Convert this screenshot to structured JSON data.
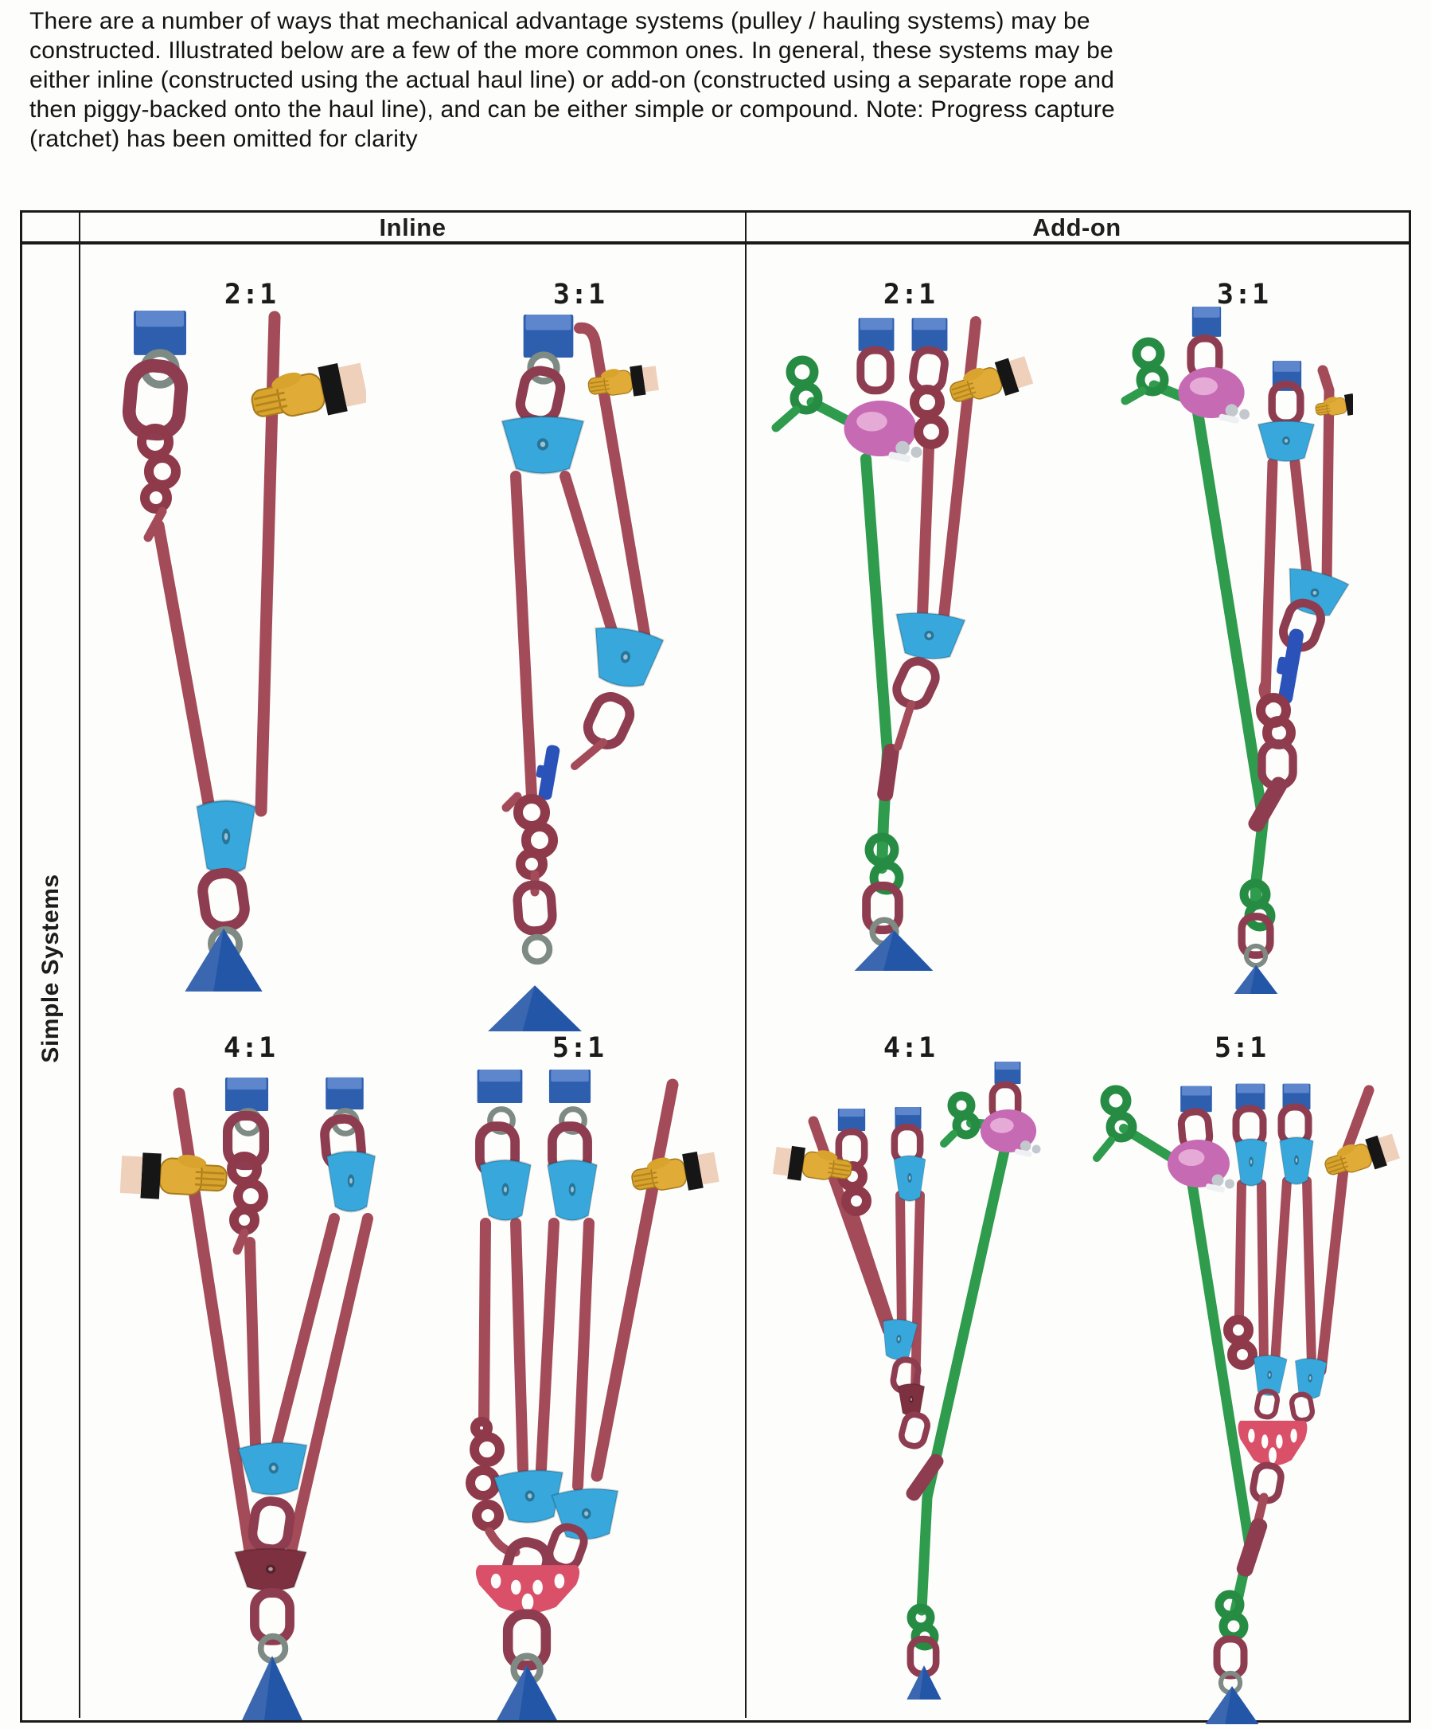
{
  "intro": {
    "lines": [
      "There are a number of ways that mechanical advantage systems (pulley / hauling systems) may be",
      "constructed. Illustrated below are a few of the more common ones.  In general, these systems may be",
      "either inline (constructed using the actual haul line) or add-on (constructed using a separate rope and",
      "then piggy-backed onto the haul line), and can be either simple or compound.  Note: Progress capture",
      "(ratchet) has been omitted for clarity"
    ]
  },
  "table": {
    "row_label": "Simple Systems",
    "columns": [
      {
        "label": "Inline"
      },
      {
        "label": "Add-on"
      }
    ],
    "diagrams": [
      {
        "id": "inline-2-1",
        "column": "Inline",
        "label": "2:1"
      },
      {
        "id": "inline-3-1",
        "column": "Inline",
        "label": "3:1"
      },
      {
        "id": "addon-2-1",
        "column": "Add-on",
        "label": "2:1"
      },
      {
        "id": "addon-3-1",
        "column": "Add-on",
        "label": "3:1"
      },
      {
        "id": "inline-4-1",
        "column": "Inline",
        "label": "4:1"
      },
      {
        "id": "inline-5-1",
        "column": "Inline",
        "label": "5:1"
      },
      {
        "id": "addon-4-1",
        "column": "Add-on",
        "label": "4:1"
      },
      {
        "id": "addon-5-1",
        "column": "Add-on",
        "label": "5:1"
      }
    ]
  },
  "colors": {
    "rope_red": "#a34b58",
    "rope_green": "#2e9b4d",
    "pulley_blue": "#38a8dc",
    "pulley_maroon": "#7c3040",
    "pulley_pink": "#c76ab4",
    "anchor_blue": "#2d5fae",
    "load_blue": "#2456a8",
    "carabiner_red": "#8e3d50",
    "rigging_plate_red": "#d95068",
    "rope_grab_blue": "#2a52b8",
    "ring_gray": "#7e8a84",
    "glove_yellow": "#d9a42e",
    "border_black": "#1a1a1a"
  }
}
